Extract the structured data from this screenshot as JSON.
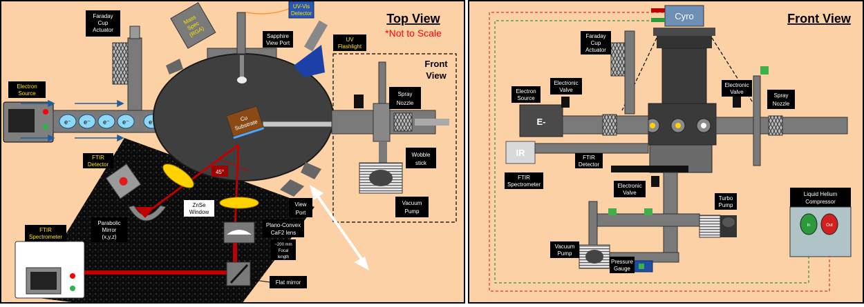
{
  "top_view": {
    "title": "Top View",
    "subtitle": "*Not to Scale",
    "inset_title_1": "Front",
    "inset_title_2": "View",
    "labels": {
      "electron_source_1": "Electron",
      "electron_source_2": "Source",
      "faraday_1": "Faraday",
      "faraday_2": "Cup",
      "faraday_3": "Actuator",
      "mass_spec_1": "Mass",
      "mass_spec_2": "Spec",
      "mass_spec_3": "(RGA)",
      "uvvis_1": "UV-Vis",
      "uvvis_2": "Detector",
      "sapphire_1": "Sapphire",
      "sapphire_2": "View Port",
      "uv_flash_1": "UV",
      "uv_flash_2": "Flashlight",
      "spray_1": "Spray",
      "spray_2": "Nozzle",
      "wobble_1": "Wobble",
      "wobble_2": "stick",
      "vacuum_1": "Vacuum",
      "vacuum_2": "Pump",
      "ftir_det_1": "FTIR",
      "ftir_det_2": "Detector",
      "cu_1": "Cu",
      "cu_2": "Substrate",
      "angle": "45°",
      "znse_1": "ZnSe",
      "znse_2": "Window",
      "view_port_1": "View",
      "view_port_2": "Port",
      "parabolic_1": "Parabolic",
      "parabolic_2": "Mirror",
      "parabolic_3": "(x,y,z)",
      "plano_1": "Plano-Convex",
      "plano_2": "CaF2 lens",
      "focal_1": "~200 mm",
      "focal_2": "Focal",
      "focal_3": "length",
      "ftir_spec_1": "FTIR",
      "ftir_spec_2": "Spectrometer",
      "flat_mirror": "Flat mirror",
      "electron": "e⁻"
    }
  },
  "front_view": {
    "title": "Front View",
    "labels": {
      "cryo": "Cyro",
      "faraday_1": "Faraday",
      "faraday_2": "Cup",
      "faraday_3": "Actuator",
      "electron_source_1": "Electron",
      "electron_source_2": "Source",
      "e_valve_1": "Electronic",
      "e_valve_2": "Valve",
      "e_minus": "E-",
      "ir": "IR",
      "ftir_spec_1": "FTIR",
      "ftir_spec_2": "Spectrometer",
      "ftir_det_1": "FTIR",
      "ftir_det_2": "Detector",
      "spray_1": "Spray",
      "spray_2": "Nozzle",
      "turbo_1": "Turbo",
      "turbo_2": "Pump",
      "vacuum_1": "Vacuum",
      "vacuum_2": "Pump",
      "gauge_1": "Pressure",
      "gauge_2": "Gauge",
      "lhe_1": "Liquid Helium",
      "lhe_2": "Compressor",
      "in": "In",
      "out": "Out"
    }
  },
  "colors": {
    "background": "#fdd1a6",
    "chamber": "#3f3f3f",
    "steel": "#7a7a7a",
    "beam": "#c00000",
    "label_box": "#000000",
    "highlight_label": "#ffe400",
    "accent_red": "#ff0000",
    "lens_yellow": "#ffd200",
    "electron_blue": "#8fd8f5"
  }
}
